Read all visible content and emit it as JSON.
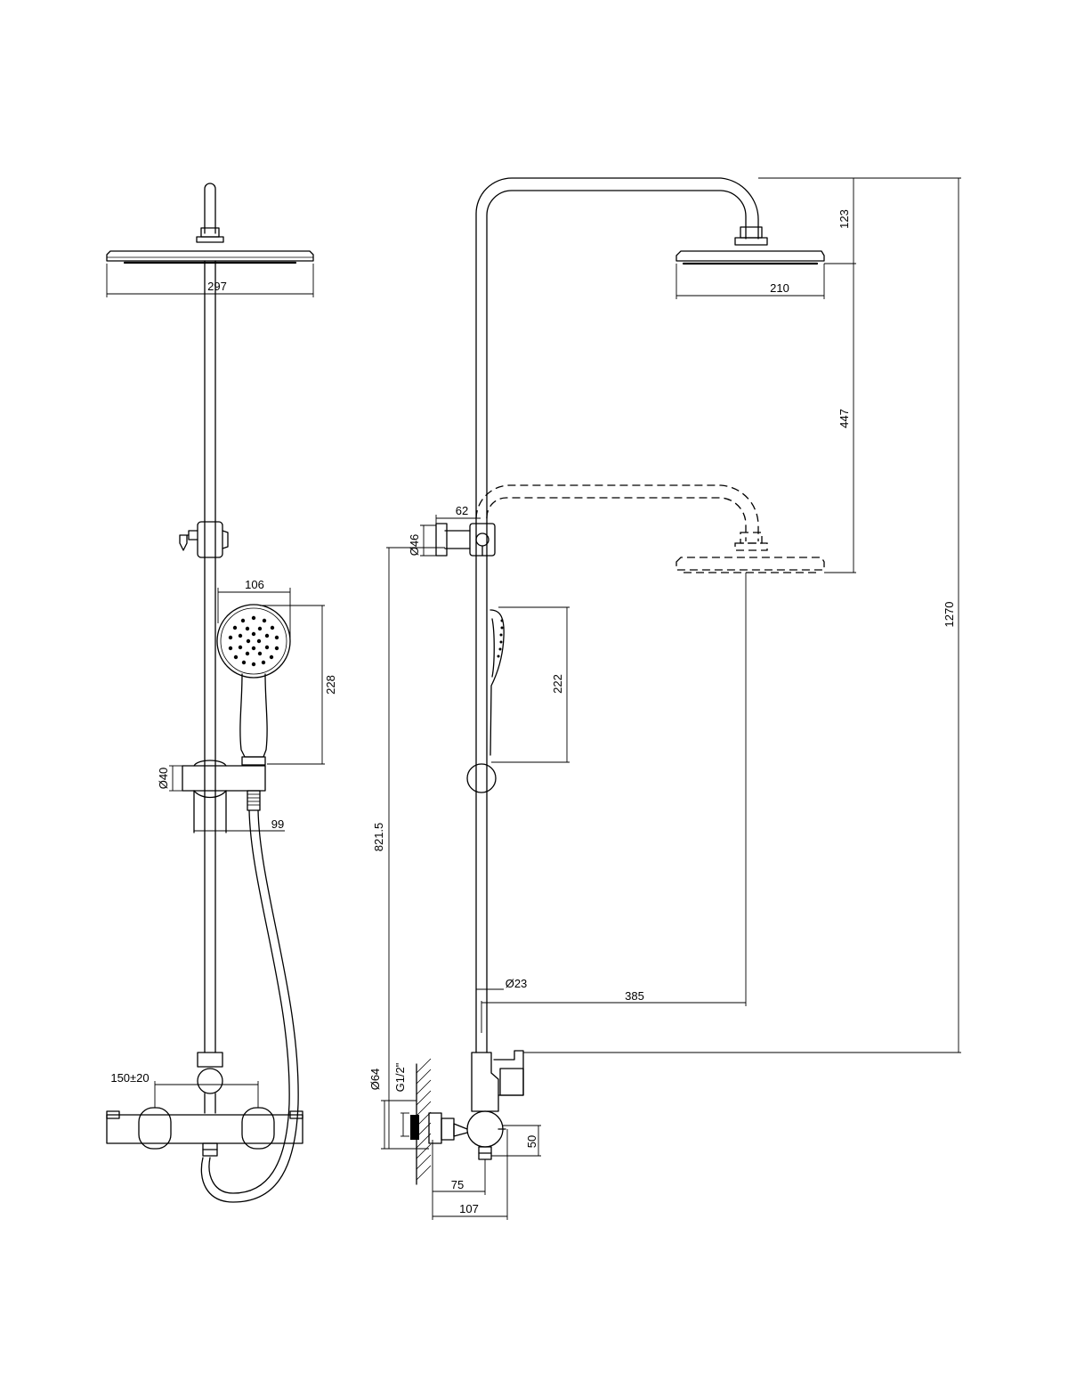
{
  "dimensions": {
    "rain_head_width": "297",
    "hand_shower_width": "106",
    "hand_shower_length": "228",
    "holder_diameter": "Ø40",
    "holder_offset": "99",
    "mixer_spacing": "150±20",
    "side_head_width": "210",
    "arm_drop": "123",
    "height_adjust": "447",
    "total_height": "1270",
    "bracket_depth": "62",
    "bracket_diameter": "Ø46",
    "hand_shower_side_length": "222",
    "rail_height": "821.5",
    "pipe_diameter": "Ø23",
    "arm_reach": "385",
    "escutcheon_diameter": "Ø64",
    "thread_size": "G1/2\"",
    "outlet_height": "50",
    "body_depth": "75",
    "total_depth": "107"
  }
}
